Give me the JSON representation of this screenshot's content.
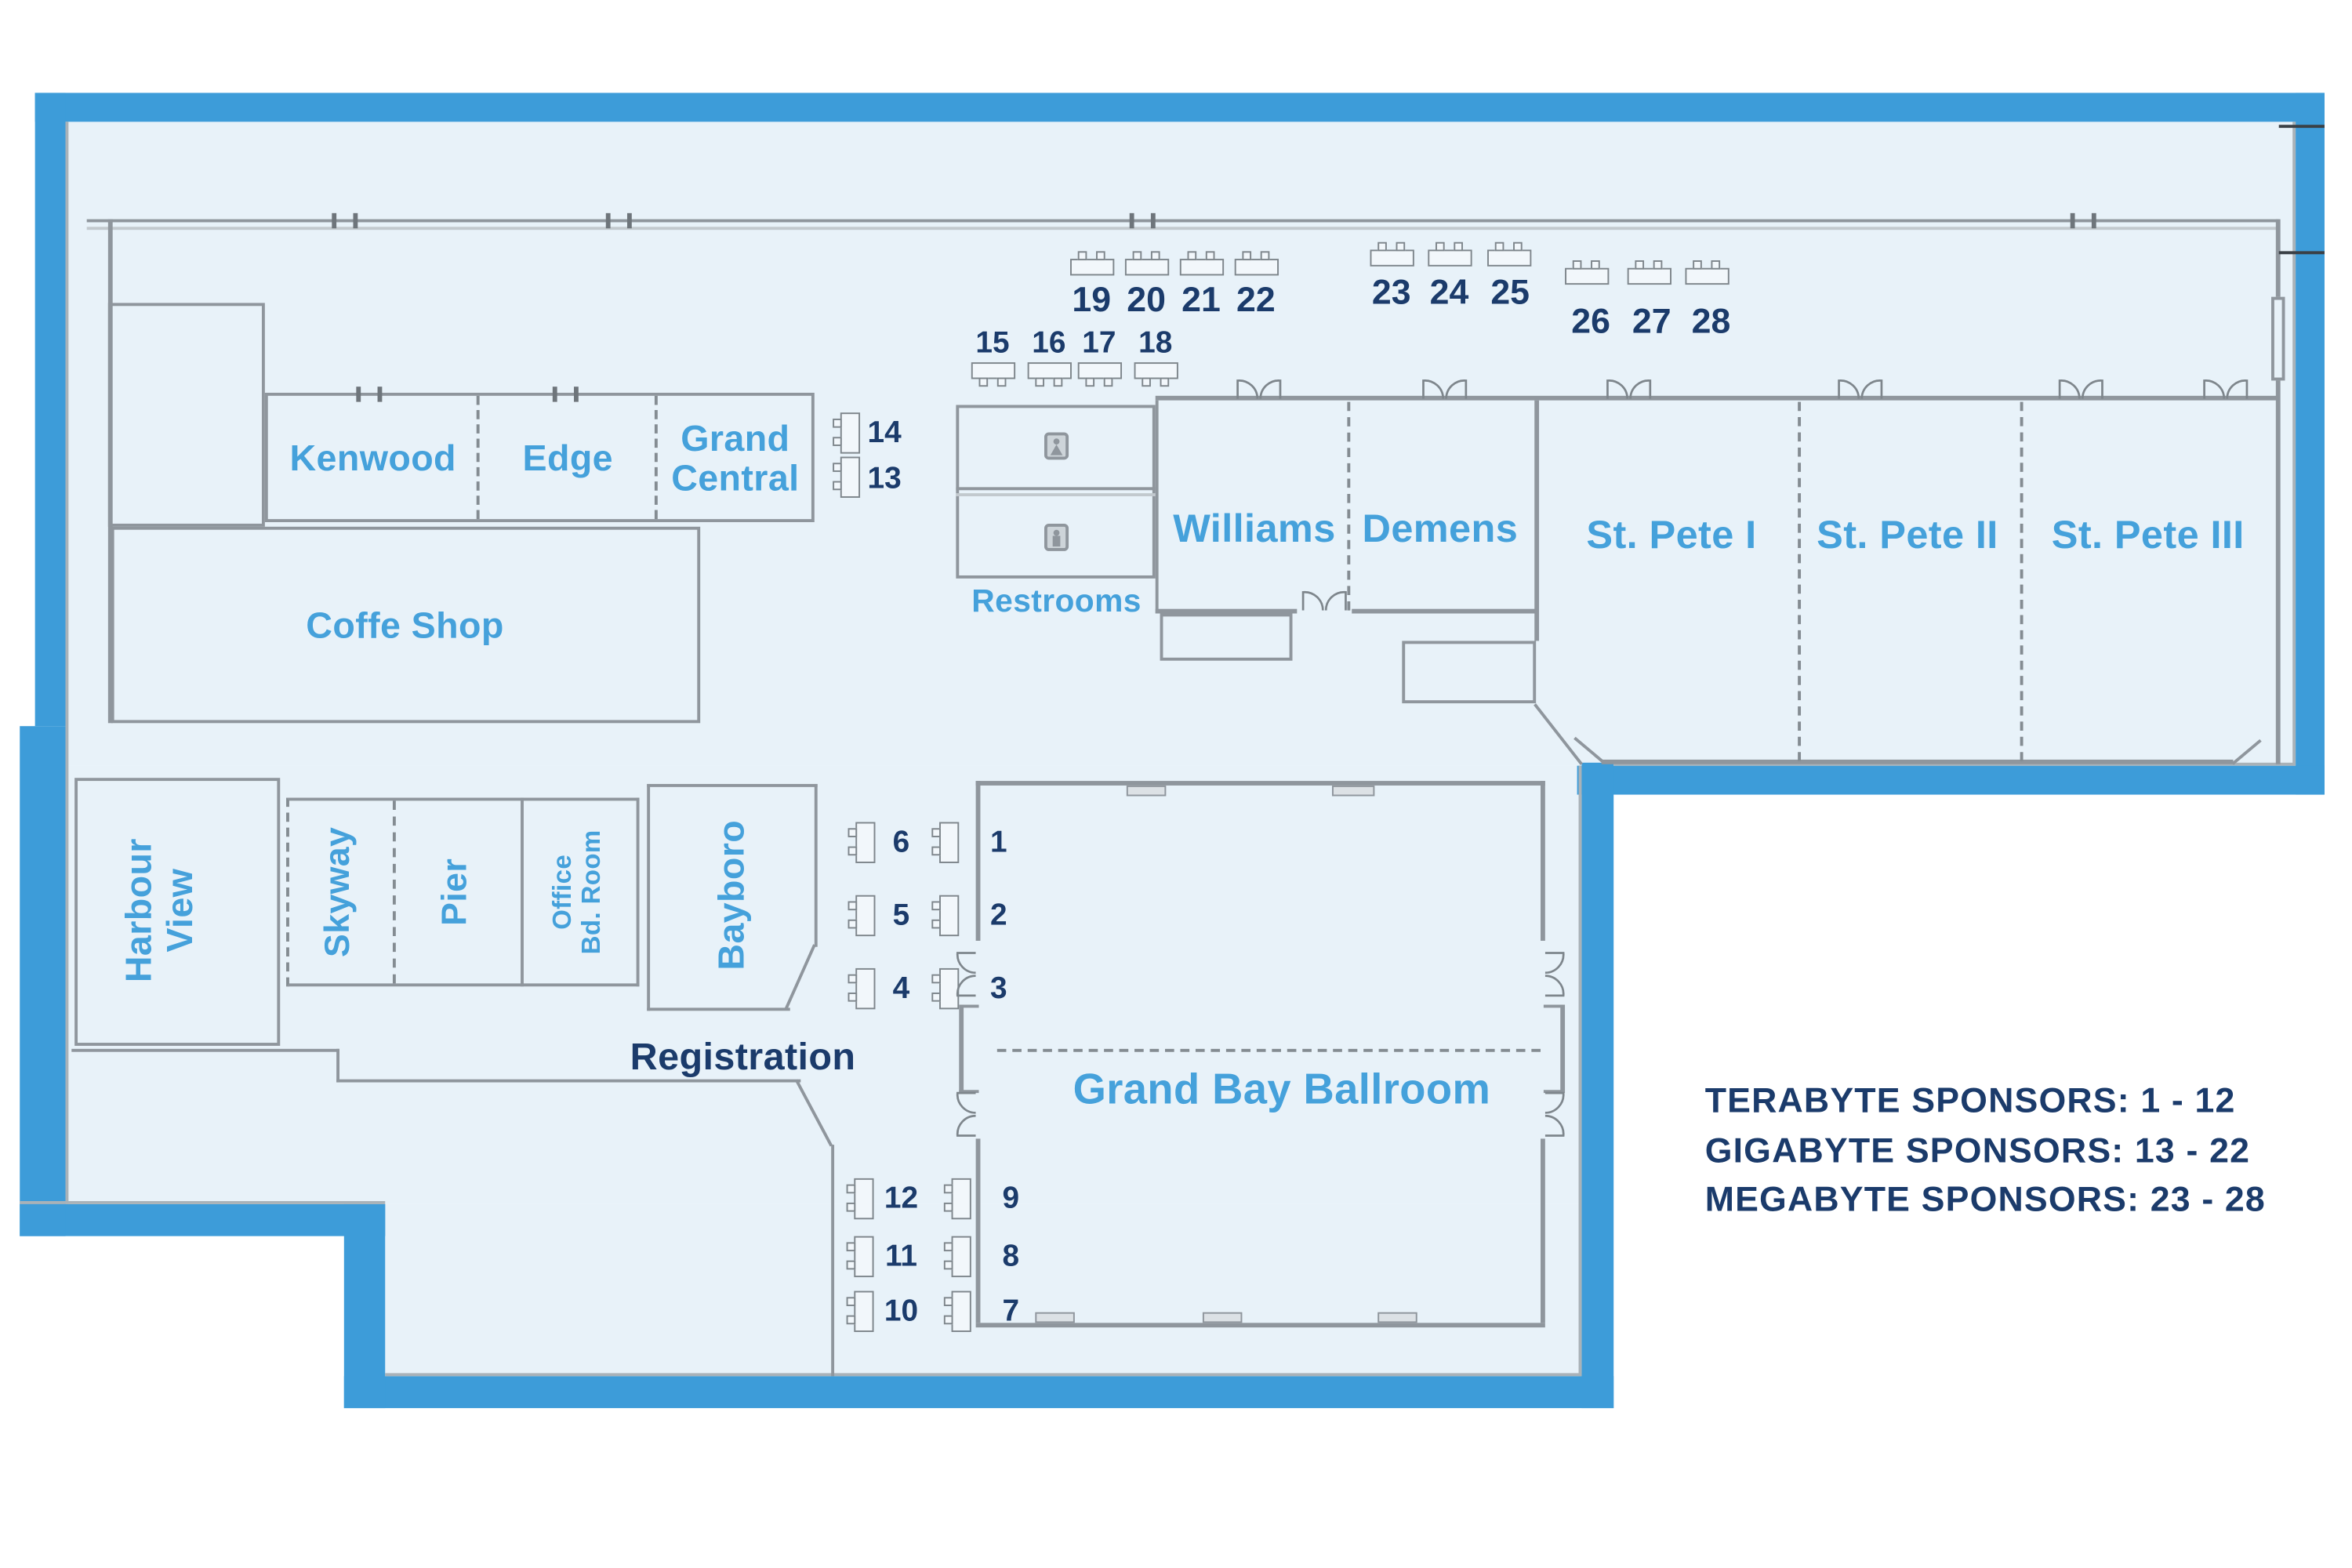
{
  "colors": {
    "frame_blue": "#3D9CD9",
    "floor_light_blue": "#E8F2F9",
    "wall_gray": "#8F969D",
    "room_label_blue": "#45A1DB",
    "navy": "#1B3B6B"
  },
  "rooms": {
    "kenwood": "Kenwood",
    "edge": "Edge",
    "grand_central_lines": [
      "Grand",
      "Central"
    ],
    "coffe_shop": "Coffe Shop",
    "restrooms": "Restrooms",
    "williams": "Williams",
    "demens": "Demens",
    "st_pete_1": "St. Pete I",
    "st_pete_2": "St. Pete II",
    "st_pete_3": "St. Pete III",
    "harbour_view_lines": [
      "Harbour",
      "View"
    ],
    "skyway": "Skyway",
    "pier": "Pier",
    "office_bd_room_lines": [
      "Office",
      "Bd. Room"
    ],
    "bayboro": "Bayboro",
    "registration": "Registration",
    "grand_bay_ballroom": "Grand Bay Ballroom"
  },
  "booth_numbers": [
    "1",
    "2",
    "3",
    "4",
    "5",
    "6",
    "7",
    "8",
    "9",
    "10",
    "11",
    "12",
    "13",
    "14",
    "15",
    "16",
    "17",
    "18",
    "19",
    "20",
    "21",
    "22",
    "23",
    "24",
    "25",
    "26",
    "27",
    "28"
  ],
  "legend": [
    "TERABYTE SPONSORS: 1 - 12",
    "GIGABYTE SPONSORS: 13 - 22",
    "MEGABYTE SPONSORS: 23 - 28"
  ],
  "icons": {
    "restroom_female": "woman-restroom-icon",
    "restroom_male": "man-restroom-icon"
  }
}
